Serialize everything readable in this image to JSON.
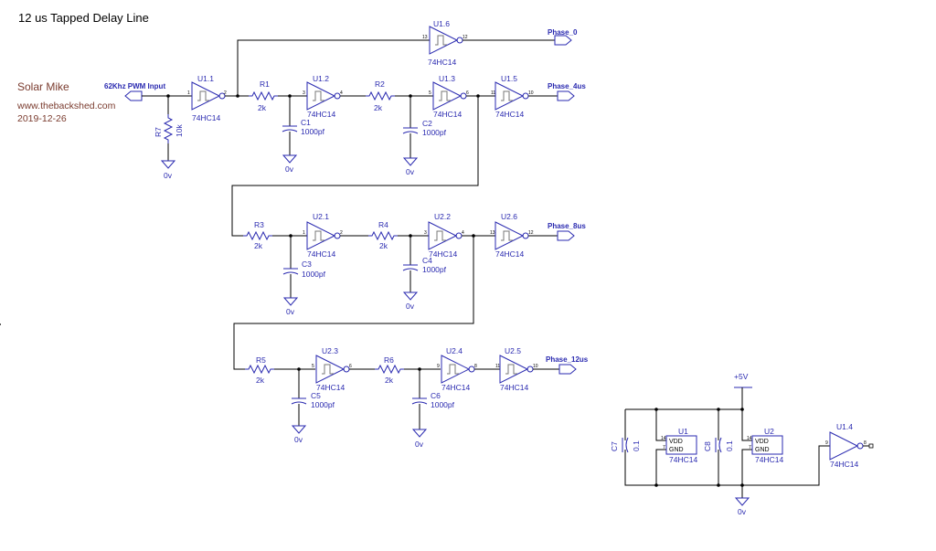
{
  "title": "12 us Tapped Delay Line",
  "author": {
    "name": "Solar Mike",
    "website": "www.thebackshed.com",
    "date": "2019-12-26"
  },
  "input_port": {
    "label": "62Khz PWM Input"
  },
  "ground_label": "0v",
  "power_label": "+5V",
  "inverters": [
    {
      "ref": "U1.1",
      "part": "74HC14",
      "pin_in": "1",
      "pin_out": "2"
    },
    {
      "ref": "U1.6",
      "part": "74HC14",
      "pin_in": "13",
      "pin_out": "12"
    },
    {
      "ref": "U1.2",
      "part": "74HC14",
      "pin_in": "3",
      "pin_out": "4"
    },
    {
      "ref": "U1.3",
      "part": "74HC14",
      "pin_in": "5",
      "pin_out": "6"
    },
    {
      "ref": "U1.5",
      "part": "74HC14",
      "pin_in": "11",
      "pin_out": "10"
    },
    {
      "ref": "U2.1",
      "part": "74HC14",
      "pin_in": "1",
      "pin_out": "2"
    },
    {
      "ref": "U2.2",
      "part": "74HC14",
      "pin_in": "3",
      "pin_out": "4"
    },
    {
      "ref": "U2.6",
      "part": "74HC14",
      "pin_in": "13",
      "pin_out": "12"
    },
    {
      "ref": "U2.3",
      "part": "74HC14",
      "pin_in": "5",
      "pin_out": "6"
    },
    {
      "ref": "U2.4",
      "part": "74HC14",
      "pin_in": "9",
      "pin_out": "8"
    },
    {
      "ref": "U2.5",
      "part": "74HC14",
      "pin_in": "11",
      "pin_out": "10"
    },
    {
      "ref": "U1.4",
      "part": "74HC14",
      "pin_in": "9",
      "pin_out": "8"
    }
  ],
  "resistors": [
    {
      "ref": "R1",
      "value": "2k"
    },
    {
      "ref": "R2",
      "value": "2k"
    },
    {
      "ref": "R3",
      "value": "2k"
    },
    {
      "ref": "R4",
      "value": "2k"
    },
    {
      "ref": "R5",
      "value": "2k"
    },
    {
      "ref": "R6",
      "value": "2k"
    },
    {
      "ref": "R7",
      "value": "10k"
    }
  ],
  "capacitors": [
    {
      "ref": "C1",
      "value": "1000pf"
    },
    {
      "ref": "C2",
      "value": "1000pf"
    },
    {
      "ref": "C3",
      "value": "1000pf"
    },
    {
      "ref": "C4",
      "value": "1000pf"
    },
    {
      "ref": "C5",
      "value": "1000pf"
    },
    {
      "ref": "C6",
      "value": "1000pf"
    },
    {
      "ref": "C7",
      "value": "0.1"
    },
    {
      "ref": "C8",
      "value": "0.1"
    }
  ],
  "outputs": [
    {
      "label": "Phase_0"
    },
    {
      "label": "Phase_4us"
    },
    {
      "label": "Phase_8us"
    },
    {
      "label": "Phase_12us"
    }
  ],
  "ics": [
    {
      "ref": "U1",
      "part": "74HC14",
      "vdd_label": "VDD",
      "gnd_label": "GND",
      "vdd_pin": "14",
      "gnd_pin": "7"
    },
    {
      "ref": "U2",
      "part": "74HC14",
      "vdd_label": "VDD",
      "gnd_label": "GND",
      "vdd_pin": "14",
      "gnd_pin": "7"
    }
  ]
}
